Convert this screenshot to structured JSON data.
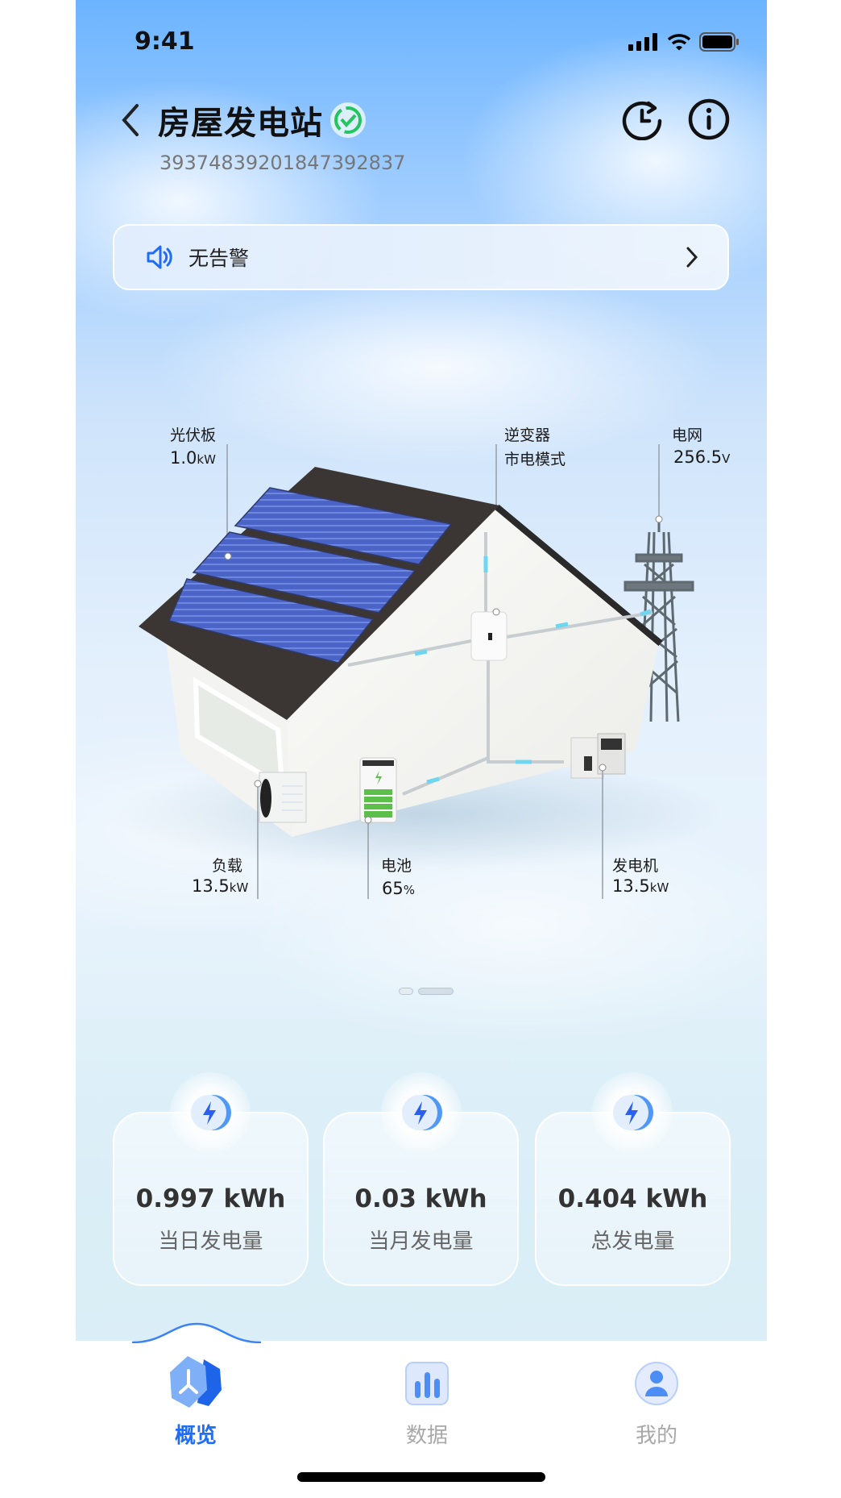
{
  "status_bar": {
    "time": "9:41"
  },
  "header": {
    "title": "房屋发电站",
    "station_id": "39374839201847392837",
    "verified_icon": "check-circle-icon",
    "history_icon": "history-icon",
    "info_icon": "info-icon"
  },
  "alert": {
    "text": "无告警",
    "icon": "speaker-icon"
  },
  "diagram": {
    "pv": {
      "label": "光伏板",
      "value": "1.0",
      "unit": "kW"
    },
    "inverter": {
      "label": "逆变器",
      "value": "市电模式"
    },
    "grid": {
      "label": "电网",
      "value": "256.5",
      "unit": "V"
    },
    "load": {
      "label": "负载",
      "value": "13.5",
      "unit": "kW"
    },
    "battery": {
      "label": "电池",
      "value": "65",
      "unit": "%",
      "level_percent": 65
    },
    "generator": {
      "label": "发电机",
      "value": "13.5",
      "unit": "kW"
    }
  },
  "pager": {
    "pages": 2,
    "active": 2
  },
  "stats": [
    {
      "value": "0.997 kWh",
      "label": "当日发电量"
    },
    {
      "value": "0.03 kWh",
      "label": "当月发电量"
    },
    {
      "value": "0.404 kWh",
      "label": "总发电量"
    }
  ],
  "tabs": [
    {
      "label": "概览",
      "active": true
    },
    {
      "label": "数据",
      "active": false
    },
    {
      "label": "我的",
      "active": false
    }
  ],
  "colors": {
    "accent": "#1f6cf5",
    "verified": "#22c55e",
    "inactive_tab": "#a8a8a8",
    "battery_green": "#5cbf4a",
    "flow_cyan": "#6fd6ef"
  }
}
